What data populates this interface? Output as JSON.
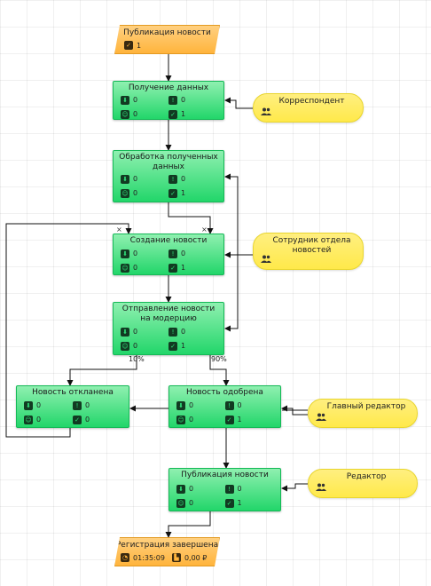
{
  "colors": {
    "process": "#22d66a",
    "role": "#ffe94a",
    "event": "#ffb43c",
    "edge": "#111111"
  },
  "start": {
    "title": "Публикация новости",
    "value": "1"
  },
  "processes": [
    {
      "title": "Получение данных",
      "a": "0",
      "b": "0",
      "c": "0",
      "d": "1"
    },
    {
      "title": "Обработка полученных данных",
      "a": "0",
      "b": "0",
      "c": "0",
      "d": "1"
    },
    {
      "title": "Создание новости",
      "a": "0",
      "b": "0",
      "c": "0",
      "d": "1"
    },
    {
      "title": "Отправление новости на модерцию",
      "a": "0",
      "b": "0",
      "c": "0",
      "d": "1"
    },
    {
      "title": "Новость откланена",
      "a": "0",
      "b": "0",
      "c": "0",
      "d": "0"
    },
    {
      "title": "Новость одобрена",
      "a": "0",
      "b": "0",
      "c": "0",
      "d": "1"
    },
    {
      "title": "Публикация новости",
      "a": "0",
      "b": "0",
      "c": "0",
      "d": "1"
    }
  ],
  "roles": [
    {
      "title": "Корреспондент"
    },
    {
      "title": "Сотрудник отдела новостей"
    },
    {
      "title": "Главный редактор"
    },
    {
      "title": "Редактор"
    }
  ],
  "end": {
    "title": "Регистрация завершена",
    "time": "01:35:09",
    "cost": "0,00 ₽"
  },
  "branch_labels": {
    "left": "10%",
    "right": "90%"
  },
  "marks": {
    "x": "×"
  },
  "icons": [
    "checkbox-icon",
    "download-icon",
    "alert-icon",
    "user-icon",
    "check-icon",
    "people-icon",
    "timer-icon",
    "factory-icon"
  ]
}
